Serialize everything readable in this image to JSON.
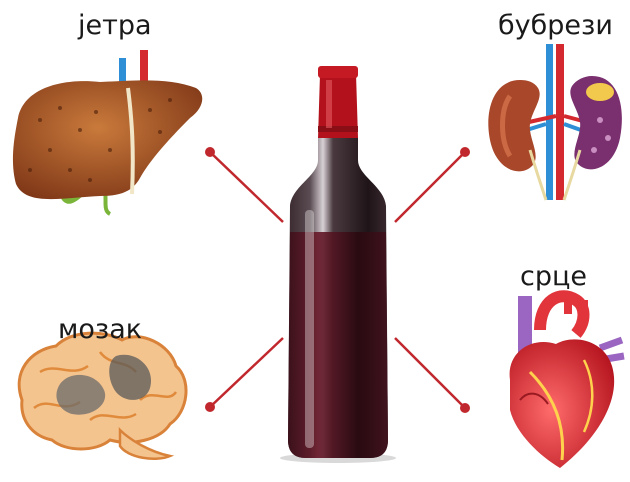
{
  "labels": {
    "liver": "јетра",
    "kidneys": "бубрези",
    "brain": "мозак",
    "heart": "срце"
  },
  "colors": {
    "connector": "#c0282d",
    "bottle_glass": "#2b1d22",
    "bottle_cap": "#b3121c",
    "liver": "#9b4a1f",
    "kidney_left": "#a9472a",
    "kidney_right": "#7a2f6e",
    "brain": "#f4c48f",
    "heart": "#e2343b"
  },
  "icons": [
    "wine-bottle",
    "liver-organ",
    "kidneys-organ",
    "brain-organ",
    "heart-organ"
  ]
}
